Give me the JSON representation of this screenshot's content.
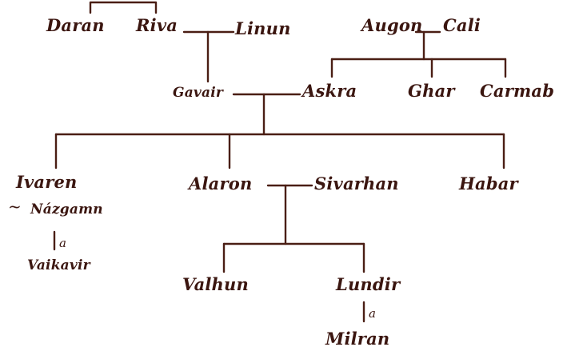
{
  "persons": {
    "daran": "Daran",
    "riva": "Riva",
    "linun": "Linun",
    "augon": "Augon",
    "cali": "Cali",
    "gavair": "Gavair",
    "askra": "Askra",
    "ghar": "Ghar",
    "carmab": "Carmab",
    "ivaren": "Ivaren",
    "nazgamn": "Názgamn",
    "vaikavir": "Vaikavir",
    "alaron": "Alaron",
    "sivarhan": "Sivarhan",
    "habar": "Habar",
    "valhun": "Valhun",
    "lundir": "Lundir",
    "milran": "Milran"
  },
  "marks": {
    "union": "~",
    "issue": "a"
  },
  "colors": {
    "ink": "#3b1610",
    "line": "#4a1e14",
    "paper": "#ffffff"
  }
}
